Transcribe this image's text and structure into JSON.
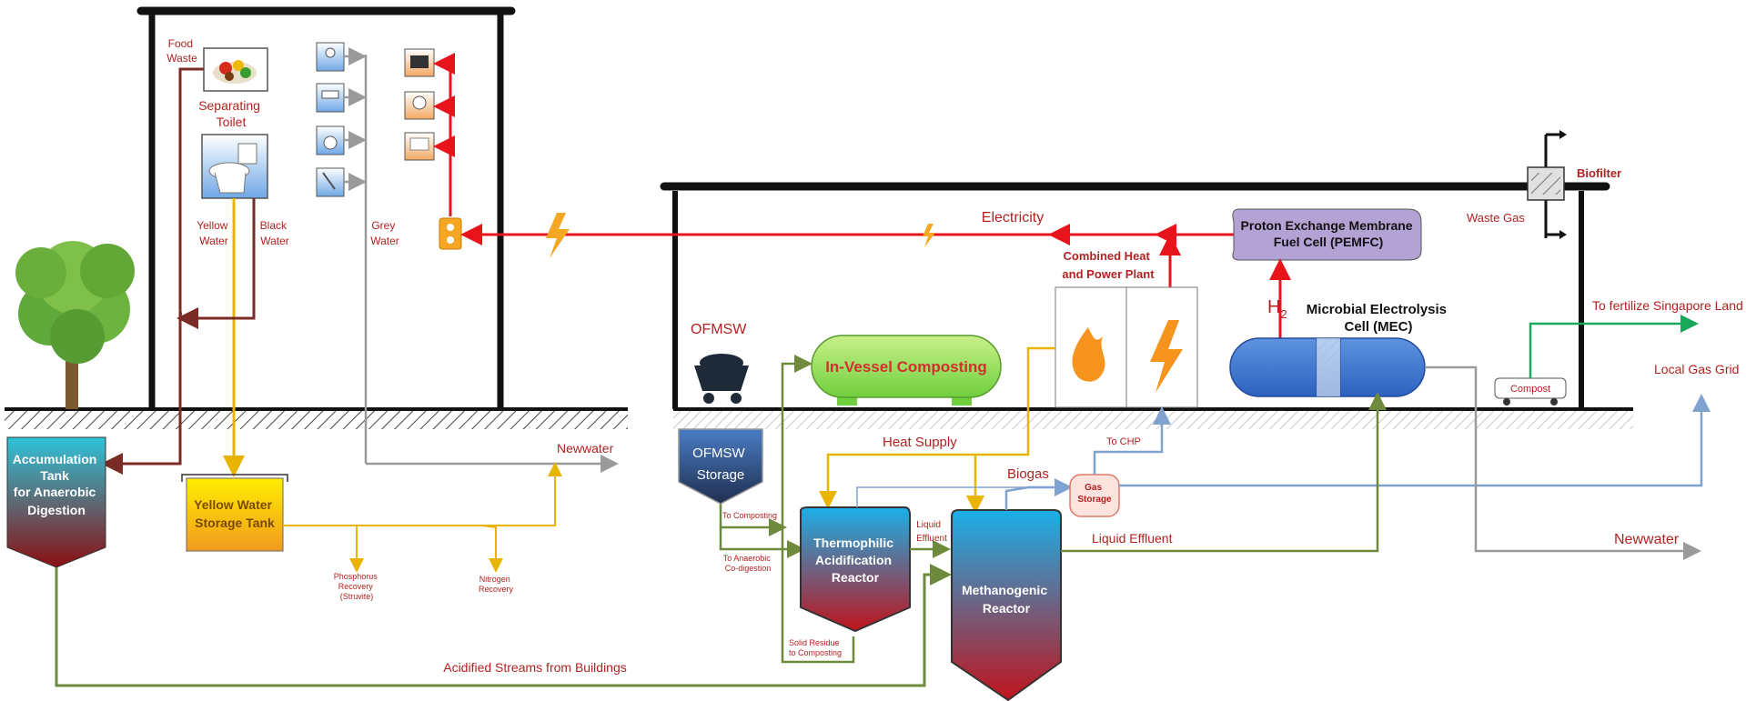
{
  "building": {
    "food_waste": [
      "Food",
      "Waste"
    ],
    "separating_toilet": [
      "Separating",
      "Toilet"
    ],
    "yellow_water": [
      "Yellow",
      "Water"
    ],
    "black_water": [
      "Black",
      "Water"
    ],
    "grey_water": [
      "Grey",
      "Water"
    ]
  },
  "tanks": {
    "accumulation": [
      "Accumulation",
      "Tank",
      "for Anaerobic",
      "Digestion"
    ],
    "yellow_water_storage": [
      "Yellow Water",
      "Storage Tank"
    ]
  },
  "recovery": {
    "phosphorus": [
      "Phosphorus",
      "Recovery",
      "(Struvite)"
    ],
    "nitrogen": [
      "Nitrogen",
      "Recovery"
    ]
  },
  "flows": {
    "newwater_left": "Newwater",
    "newwater_right": "Newwater",
    "acidified_streams": "Acidified Streams from Buildings",
    "electricity": "Electricity",
    "heat_supply": "Heat Supply",
    "biogas": "Biogas",
    "to_chp": "To CHP",
    "liquid_effluent_small": [
      "Liquid",
      "Effluent"
    ],
    "liquid_effluent": "Liquid Effluent",
    "to_composting": "To Composting",
    "to_anaerobic": [
      "To Anaerobic",
      "Co-digestion"
    ],
    "solid_residue": [
      "Solid Residue",
      "to Composting"
    ],
    "waste_gas": "Waste Gas",
    "to_fertilize": "To fertilize Singapore Land",
    "local_gas_grid": "Local Gas Grid"
  },
  "plant": {
    "ofmsw": "OFMSW",
    "ofmsw_storage": [
      "OFMSW",
      "Storage"
    ],
    "in_vessel_composting": "In-Vessel Composting",
    "chp": [
      "Combined Heat",
      "and Power Plant"
    ],
    "pemfc": [
      "Proton Exchange Membrane",
      "Fuel Cell (PEMFC)"
    ],
    "h2": "H",
    "h2_sub": "2",
    "mec": [
      "Microbial Electrolysis",
      "Cell (MEC)"
    ],
    "thermophilic": [
      "Thermophilic",
      "Acidification",
      "Reactor"
    ],
    "methanogenic": [
      "Methanogenic",
      "Reactor"
    ],
    "gas_storage": [
      "Gas",
      "Storage"
    ],
    "compost": "Compost",
    "biofilter": "Biofilter"
  },
  "colors": {
    "red_flow": "#e8141b",
    "yellow_flow": "#e8b400",
    "grey_flow": "#9a9a9a",
    "olive_flow": "#6e8b3d",
    "blue_flow": "#7fa2cf",
    "green_flow": "#19a85a",
    "brown_flow": "#7b2b25",
    "label_red": "#b22222"
  }
}
